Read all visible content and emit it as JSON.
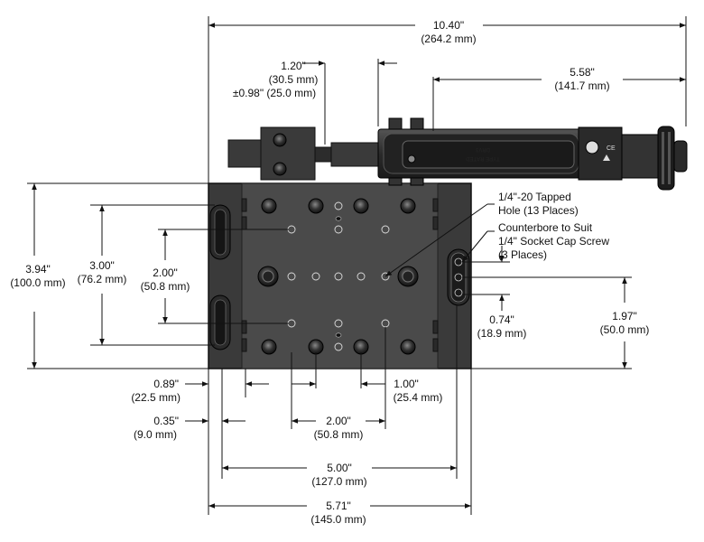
{
  "dimensions": {
    "overall_length": [
      "10.40\"",
      "(264.2 mm)"
    ],
    "knob_offset": [
      "1.20\"",
      "(30.5 mm)"
    ],
    "travel": [
      "±0.98\" (25.0 mm)"
    ],
    "actuator_length": [
      "5.58\"",
      "(141.7 mm)"
    ],
    "tapped_hole": [
      "1/4\"-20 Tapped",
      "Hole (13 Places)"
    ],
    "counterbore": [
      "Counterbore to Suit",
      "1/4\" Socket Cap Screw",
      "(3 Places)"
    ],
    "height_total": [
      "3.94\"",
      "(100.0 mm)"
    ],
    "height_3": [
      "3.00\"",
      "(76.2 mm)"
    ],
    "height_2": [
      "2.00\"",
      "(50.8 mm)"
    ],
    "offset_074": [
      "0.74\"",
      "(18.9 mm)"
    ],
    "half_height": [
      "1.97\"",
      "(50.0 mm)"
    ],
    "x_089": [
      "0.89\"",
      "(22.5 mm)"
    ],
    "x_035": [
      "0.35\"",
      "(9.0 mm)"
    ],
    "pitch_100": [
      "1.00\"",
      "(25.4 mm)"
    ],
    "span_200": [
      "2.00\"",
      "(50.8 mm)"
    ],
    "span_500": [
      "5.00\"",
      "(127.0 mm)"
    ],
    "width_571": [
      "5.71\"",
      "(145.0 mm)"
    ]
  },
  "housing_marking": [
    "DRV3",
    "TYPE RATED"
  ]
}
